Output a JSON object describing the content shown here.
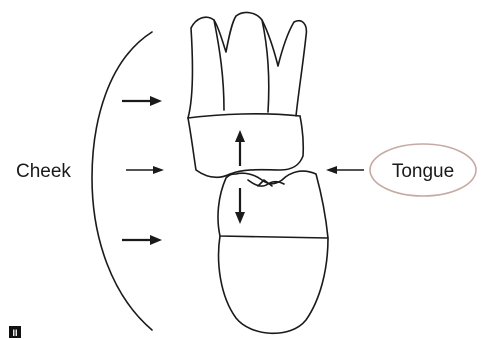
{
  "labels": {
    "cheek": "Cheek",
    "tongue": "Tongue",
    "corner_mark": "II"
  },
  "colors": {
    "line": "#1a1a1a",
    "tongue_oval": "#c6a9a2",
    "background": "#ffffff"
  },
  "arrows": {
    "cheek_side": [
      "right",
      "right",
      "right"
    ],
    "tongue_side": "left",
    "vertical": [
      "up",
      "down"
    ]
  }
}
